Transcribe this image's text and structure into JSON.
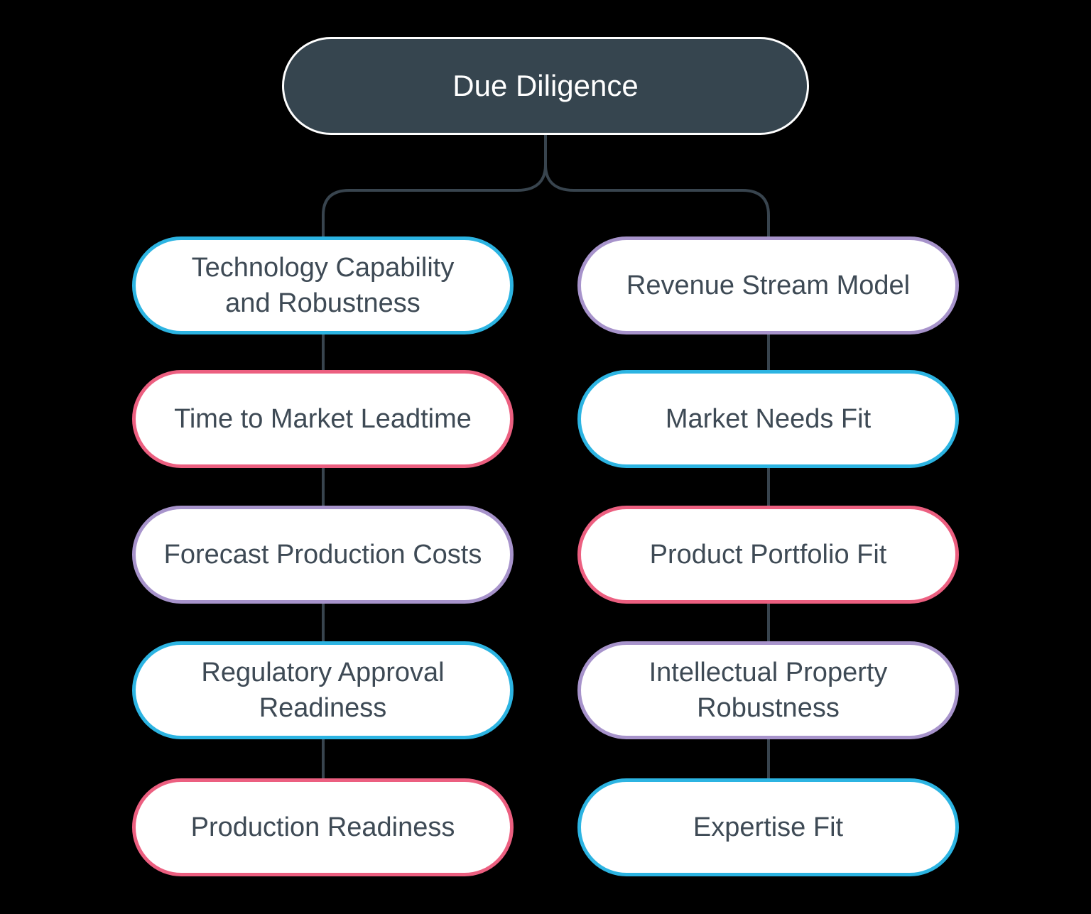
{
  "root": {
    "label": "Due Diligence"
  },
  "columns": [
    {
      "name": "left",
      "nodes": [
        {
          "label": "Technology Capability\nand Robustness",
          "accent": "cyan"
        },
        {
          "label": "Time to Market Leadtime",
          "accent": "pink"
        },
        {
          "label": "Forecast Production Costs",
          "accent": "purple"
        },
        {
          "label": "Regulatory Approval\nReadiness",
          "accent": "cyan"
        },
        {
          "label": "Production Readiness",
          "accent": "pink"
        }
      ]
    },
    {
      "name": "right",
      "nodes": [
        {
          "label": "Revenue Stream Model",
          "accent": "purple"
        },
        {
          "label": "Market Needs Fit",
          "accent": "cyan"
        },
        {
          "label": "Product Portfolio Fit",
          "accent": "pink"
        },
        {
          "label": "Intellectual Property\nRobustness",
          "accent": "purple"
        },
        {
          "label": "Expertise Fit",
          "accent": "cyan"
        }
      ]
    }
  ],
  "colors": {
    "cyan": "#2cb4e2",
    "pink": "#ec5f80",
    "purple": "#a793cb",
    "root-fill": "#36454f",
    "root-text": "#ffffff",
    "node-fill": "#ffffff",
    "node-text": "#3e4a55",
    "connector": "#38444e",
    "background": "#000000"
  }
}
